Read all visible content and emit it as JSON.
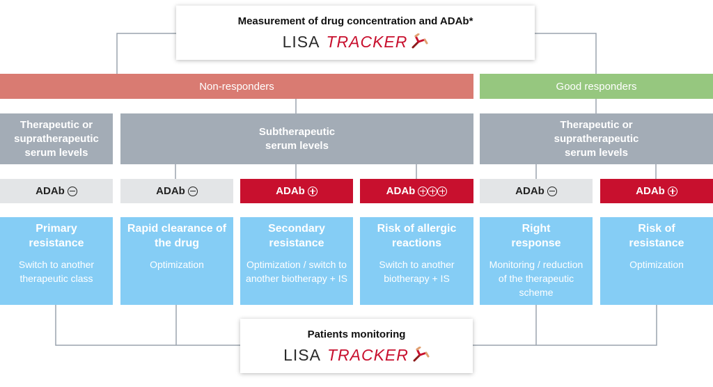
{
  "top": {
    "title": "Measurement of drug concentration and ADAb*",
    "logo_part1": "LISA",
    "logo_part2": "TRACKER"
  },
  "bottom": {
    "title": "Patients monitoring",
    "logo_part1": "LISA",
    "logo_part2": "TRACKER"
  },
  "bands": {
    "non_responders": "Non-responders",
    "good_responders": "Good responders"
  },
  "serum": {
    "left": "Therapeutic or supratherapeutic serum levels",
    "middle": "Subtherapeutic serum levels",
    "right": "Therapeutic or supratherapeutic serum levels"
  },
  "adab_label": "ADAb",
  "columns": [
    {
      "adab_sign": "negative",
      "title": "Primary resistance",
      "desc": "Switch to another therapeutic class"
    },
    {
      "adab_sign": "negative",
      "title": "Rapid clearance of the drug",
      "desc": "Optimization"
    },
    {
      "adab_sign": "positive",
      "title": "Secondary resistance",
      "desc": "Optimization / switch to another biotherapy + IS"
    },
    {
      "adab_sign": "positive-x3",
      "title": "Risk of allergic reactions",
      "desc": "Switch to another biotherapy + IS"
    },
    {
      "adab_sign": "negative",
      "title": "Right response",
      "desc": "Monitoring / reduction of the therapeutic scheme"
    },
    {
      "adab_sign": "positive",
      "title": "Risk of resistance",
      "desc": "Optimization"
    }
  ],
  "colors": {
    "non_responders": "#d97b72",
    "good_responders": "#96c77f",
    "serum": "#a3acb6",
    "adab_negative": "#e3e5e7",
    "adab_positive": "#c8102e",
    "outcome": "#85cdf5",
    "connector": "#9aa3ad"
  },
  "icons": [
    "minus-circle-icon",
    "plus-circle-icon",
    "antibody-icon"
  ]
}
